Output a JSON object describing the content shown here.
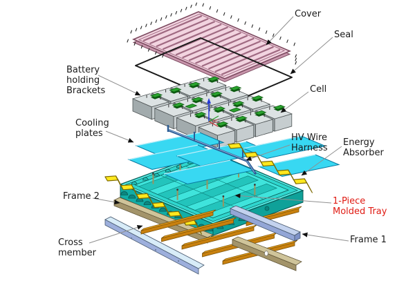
{
  "diagram": {
    "type": "exploded-assembly",
    "subject": "EV battery pack exploded view",
    "background": "#ffffff",
    "labels": [
      {
        "id": "cover",
        "text": "Cover",
        "color": "#1a1a1a"
      },
      {
        "id": "seal",
        "text": "Seal",
        "color": "#1a1a1a"
      },
      {
        "id": "battery-holding-brackets",
        "text": "Battery holding Brackets",
        "color": "#1a1a1a"
      },
      {
        "id": "cell",
        "text": "Cell",
        "color": "#1a1a1a"
      },
      {
        "id": "cooling-plates",
        "text": "Cooling plates",
        "color": "#1a1a1a"
      },
      {
        "id": "hv-wire-harness",
        "text": "HV Wire Harness",
        "color": "#1a1a1a"
      },
      {
        "id": "energy-absorber",
        "text": "Energy Absorber",
        "color": "#1a1a1a"
      },
      {
        "id": "frame-2",
        "text": "Frame 2",
        "color": "#1a1a1a"
      },
      {
        "id": "molded-tray",
        "text": "1-Piece Molded Tray",
        "color": "#e01b13"
      },
      {
        "id": "cross-member",
        "text": "Cross member",
        "color": "#1a1a1a"
      },
      {
        "id": "frame-1",
        "text": "Frame 1",
        "color": "#1a1a1a"
      }
    ],
    "axis_marker": {
      "x_axis_label": "XC"
    },
    "colors": {
      "cover_top": "#f2d4e0",
      "cover_stripe": "#a06a82",
      "cover_edge": "#7d4a60",
      "cover_under": "#c795ab",
      "seal_line": "#1a1a1a",
      "cell_top": "#dce2e3",
      "cell_front": "#a2abad",
      "cell_side": "#c6cdcf",
      "cell_outline": "#4d5354",
      "bracket_green": "#2aa32e",
      "bracket_dark": "#0c5a10",
      "cooling_plate": "#38d8f2",
      "cooling_edge": "#0879a0",
      "harness_blue": "#2c5c94",
      "harness_light": "#8fb2dc",
      "tray_flange": "#55e8e2",
      "tray_rim": "#2fd6ce",
      "tray_floor": "#3fe4dc",
      "tray_rib": "#23c4bc",
      "tray_wall": "#12ada6",
      "tray_wall2": "#0fa199",
      "tray_dark": "#0b8680",
      "tray_outline": "#075a55",
      "absorber_yellow": "#ffe81e",
      "absorber_edge": "#7d6a00",
      "frame_tan_top": "#cfc49a",
      "frame_tan_side": "#a3946a",
      "frame_tan_edge": "#5f5436",
      "beam_orange_top": "#f9aa1d",
      "beam_orange_side": "#c8800e",
      "beam_orange_edge": "#7a5208",
      "member_blue_top": "#d8ecf8",
      "member_blue_side": "#9dafdc",
      "member_blue2_top": "#c3d2ee",
      "member_blue2_side": "#93a6d6",
      "member_blue_edge": "#46586e",
      "pin_olive": "#9a9460",
      "leader_line": "#8f8f8f",
      "arrow_head": "#111111",
      "axis_blue": "#2438d8",
      "axis_green": "#2a9a2a",
      "axis_red": "#d03030"
    }
  }
}
